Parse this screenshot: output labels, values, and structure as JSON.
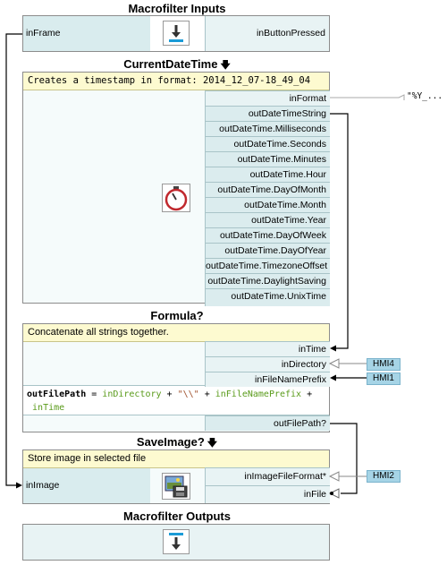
{
  "macrofilter_inputs": {
    "title": "Macrofilter Inputs",
    "left_port": "inFrame",
    "right_port": "inButtonPressed"
  },
  "current_date_time": {
    "title": "CurrentDateTime",
    "description": "Creates a timestamp in format: 2014_12_07-18_49_04",
    "input_port": "inFormat",
    "input_value": "\"%Y_...",
    "outputs": [
      "outDateTimeString",
      "outDateTime.Milliseconds",
      "outDateTime.Seconds",
      "outDateTime.Minutes",
      "outDateTime.Hour",
      "outDateTime.DayOfMonth",
      "outDateTime.Month",
      "outDateTime.Year",
      "outDateTime.DayOfWeek",
      "outDateTime.DayOfYear",
      "outDateTime.TimezoneOffset",
      "outDateTime.DaylightSaving",
      "outDateTime.UnixTime"
    ]
  },
  "formula": {
    "title": "Formula?",
    "description": "Concatenate all strings together.",
    "inputs": [
      "inTime",
      "inDirectory",
      "inFileNamePrefix"
    ],
    "hmi_labels": [
      "HMI4",
      "HMI1"
    ],
    "expr_lhs": "outFilePath",
    "expr_eq": " = ",
    "expr_a": "inDirectory",
    "expr_plus1": " + ",
    "expr_str": "\"\\\\\"",
    "expr_plus2": " + ",
    "expr_b": "inFileNamePrefix",
    "expr_plus3": " +",
    "expr_c": "inTime",
    "output": "outFilePath?"
  },
  "save_image": {
    "title": "SaveImage?",
    "description": "Store image in selected file",
    "left_port": "inImage",
    "inputs": [
      "inImageFileFormat*",
      "inFile"
    ],
    "hmi_label": "HMI2"
  },
  "macrofilter_outputs": {
    "title": "Macrofilter Outputs"
  }
}
